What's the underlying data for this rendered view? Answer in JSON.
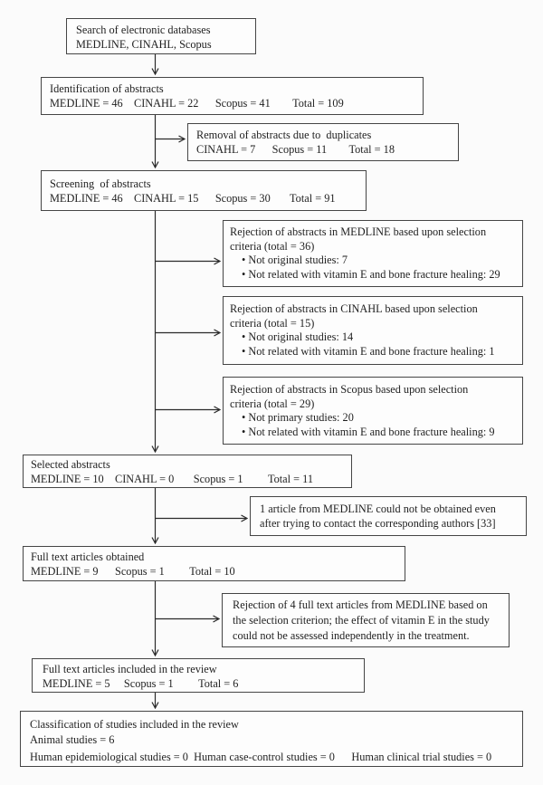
{
  "figure": {
    "type": "systematic-review-flow-diagram",
    "colors": {
      "ink": "#1f1f1f",
      "box_border": "#454545",
      "arrow": "#2a2a2a",
      "background": "#fbfbfb"
    },
    "boxes": {
      "search": {
        "lines": [
          "Search of electronic databases",
          "MEDLINE, CINAHL, Scopus"
        ]
      },
      "identification": {
        "lines": [
          "Identification of abstracts",
          "MEDLINE = 46    CINAHL = 22      Scopus = 41        Total = 109"
        ]
      },
      "duplicates": {
        "lines": [
          "Removal of abstracts due to  duplicates",
          "CINAHL = 7      Scopus = 11        Total = 18"
        ]
      },
      "screening": {
        "lines": [
          "Screening  of abstracts",
          "MEDLINE = 46    CINAHL = 15      Scopus = 30       Total = 91"
        ]
      },
      "rejection_medline": {
        "lines": [
          "Rejection of abstracts in MEDLINE based upon selection",
          "criteria (total = 36)",
          "• Not original studies: 7",
          "• Not related with vitamin E and bone fracture healing: 29"
        ]
      },
      "rejection_cinahl": {
        "lines": [
          "Rejection of abstracts in CINAHL based upon selection",
          "criteria (total = 15)",
          "• Not original studies: 14",
          "• Not related with vitamin E and bone fracture healing: 1"
        ]
      },
      "rejection_scopus": {
        "lines": [
          "Rejection of abstracts in Scopus based upon selection",
          "criteria (total = 29)",
          "• Not primary studies: 20",
          "• Not related with vitamin E and bone fracture healing: 9"
        ]
      },
      "selected": {
        "lines": [
          "Selected abstracts",
          "MEDLINE = 10    CINAHL = 0       Scopus = 1         Total = 11"
        ]
      },
      "not_obtained": {
        "lines": [
          "1 article from MEDLINE could not be obtained even",
          "after trying to contact the corresponding authors [33]"
        ]
      },
      "fulltext_obtained": {
        "lines": [
          "Full text articles obtained",
          "MEDLINE = 9      Scopus = 1         Total = 10"
        ]
      },
      "rejection_fulltext": {
        "lines": [
          "Rejection of 4 full text articles from MEDLINE based on",
          "the selection criterion; the effect of vitamin E in the study",
          "could not be assessed independently in the treatment."
        ]
      },
      "included": {
        "lines": [
          "Full text articles included in the review",
          "MEDLINE = 5     Scopus = 1         Total = 6"
        ]
      },
      "classification": {
        "lines": [
          "Classification of studies included in the review",
          "Animal studies = 6",
          "Human epidemiological studies = 0  Human case-control studies = 0      Human clinical trial studies = 0"
        ]
      }
    }
  }
}
